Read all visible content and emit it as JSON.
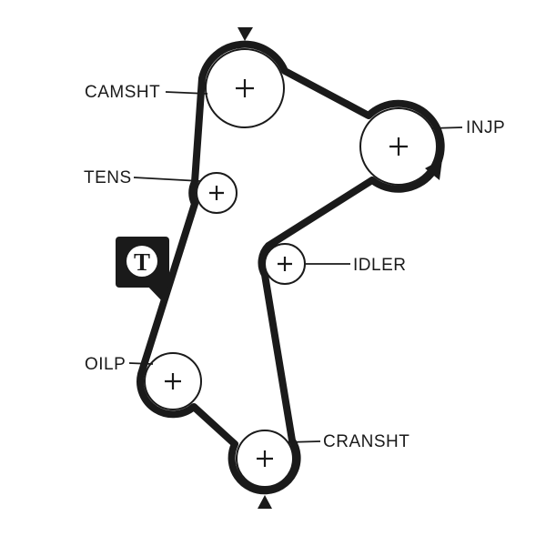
{
  "page": {
    "background_color": "#ffffff",
    "line_color": "#1a1a1a"
  },
  "diagram": {
    "kind": "timing-belt-routing",
    "belt_color": "#1a1a1a",
    "pulleys": {
      "camshaft": {
        "label": "CAMSHT"
      },
      "tensioner": {
        "label": "TENS"
      },
      "oil_pump": {
        "label": "OILP"
      },
      "injection_pump": {
        "label": "INJP"
      },
      "idler": {
        "label": "IDLER"
      },
      "crankshaft": {
        "label": "CRANSHT"
      }
    },
    "brand": {
      "letter": "T"
    }
  }
}
